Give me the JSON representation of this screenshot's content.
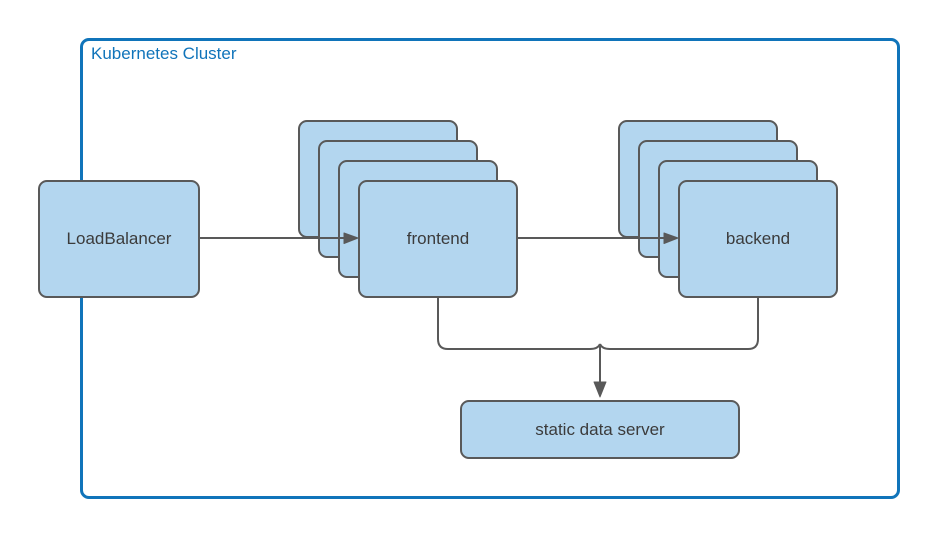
{
  "title": "Kubernetes Cluster",
  "colors": {
    "cluster_border": "#1074ba",
    "cluster_label": "#1074ba",
    "node_fill": "#b3d6ef",
    "node_border": "#595959",
    "connector": "#595959",
    "node_text": "#3b3b3b",
    "canvas_bg": "#ffffff"
  },
  "nodes": {
    "loadbalancer": {
      "label": "LoadBalancer"
    },
    "frontend": {
      "label": "frontend",
      "replicas": 4
    },
    "backend": {
      "label": "backend",
      "replicas": 4
    },
    "static_server": {
      "label": "static data server"
    }
  },
  "edges": [
    {
      "from": "loadbalancer",
      "to": "frontend",
      "arrow": true
    },
    {
      "from": "frontend",
      "to": "backend",
      "arrow": true
    },
    {
      "from": "frontend",
      "to": "static_server",
      "arrow": true,
      "merged": true
    },
    {
      "from": "backend",
      "to": "static_server",
      "arrow": true,
      "merged": true
    }
  ]
}
